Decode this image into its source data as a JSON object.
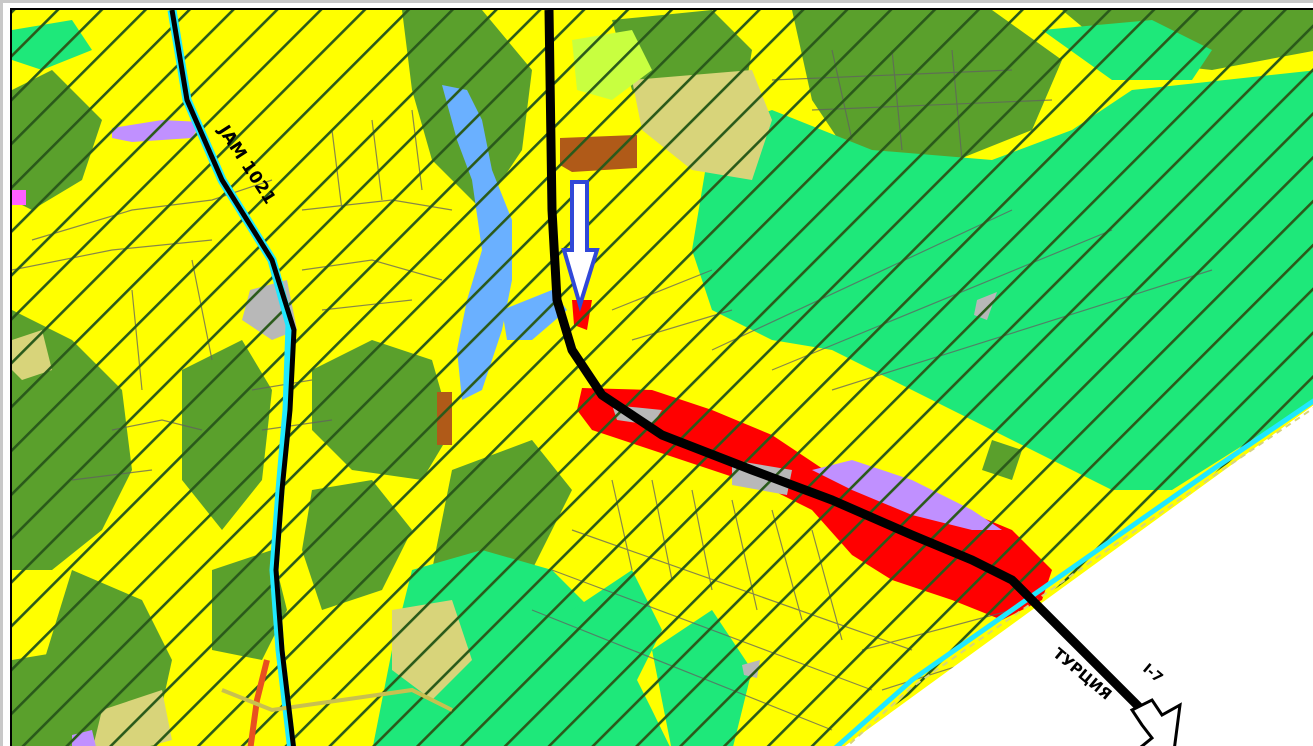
{
  "map": {
    "labels": {
      "road_jam": "JAM 1021",
      "road_i7": "I-7",
      "turkey": "ТУРЦИЯ"
    },
    "colors": {
      "agricultural_yellow": "#ffff00",
      "forest_dark_green": "#5aa02c",
      "grassland_green": "#1ee87a",
      "pale_khaki": "#d8d47a",
      "urban_red": "#ff0000",
      "industrial_purple": "#c090ff",
      "water_light_blue": "#6ab0ff",
      "river_cyan": "#20e8ff",
      "roads_black": "#000000",
      "infrastructure_grey": "#b8b8b8",
      "brown": "#b05a18",
      "lime": "#c8ff40",
      "hatching": "#2a5a1a",
      "arrow_blue": "#3048d8",
      "foreign_territory": "#ffffff"
    },
    "icons": [
      "direction-arrow-icon",
      "exit-arrow-icon"
    ]
  }
}
